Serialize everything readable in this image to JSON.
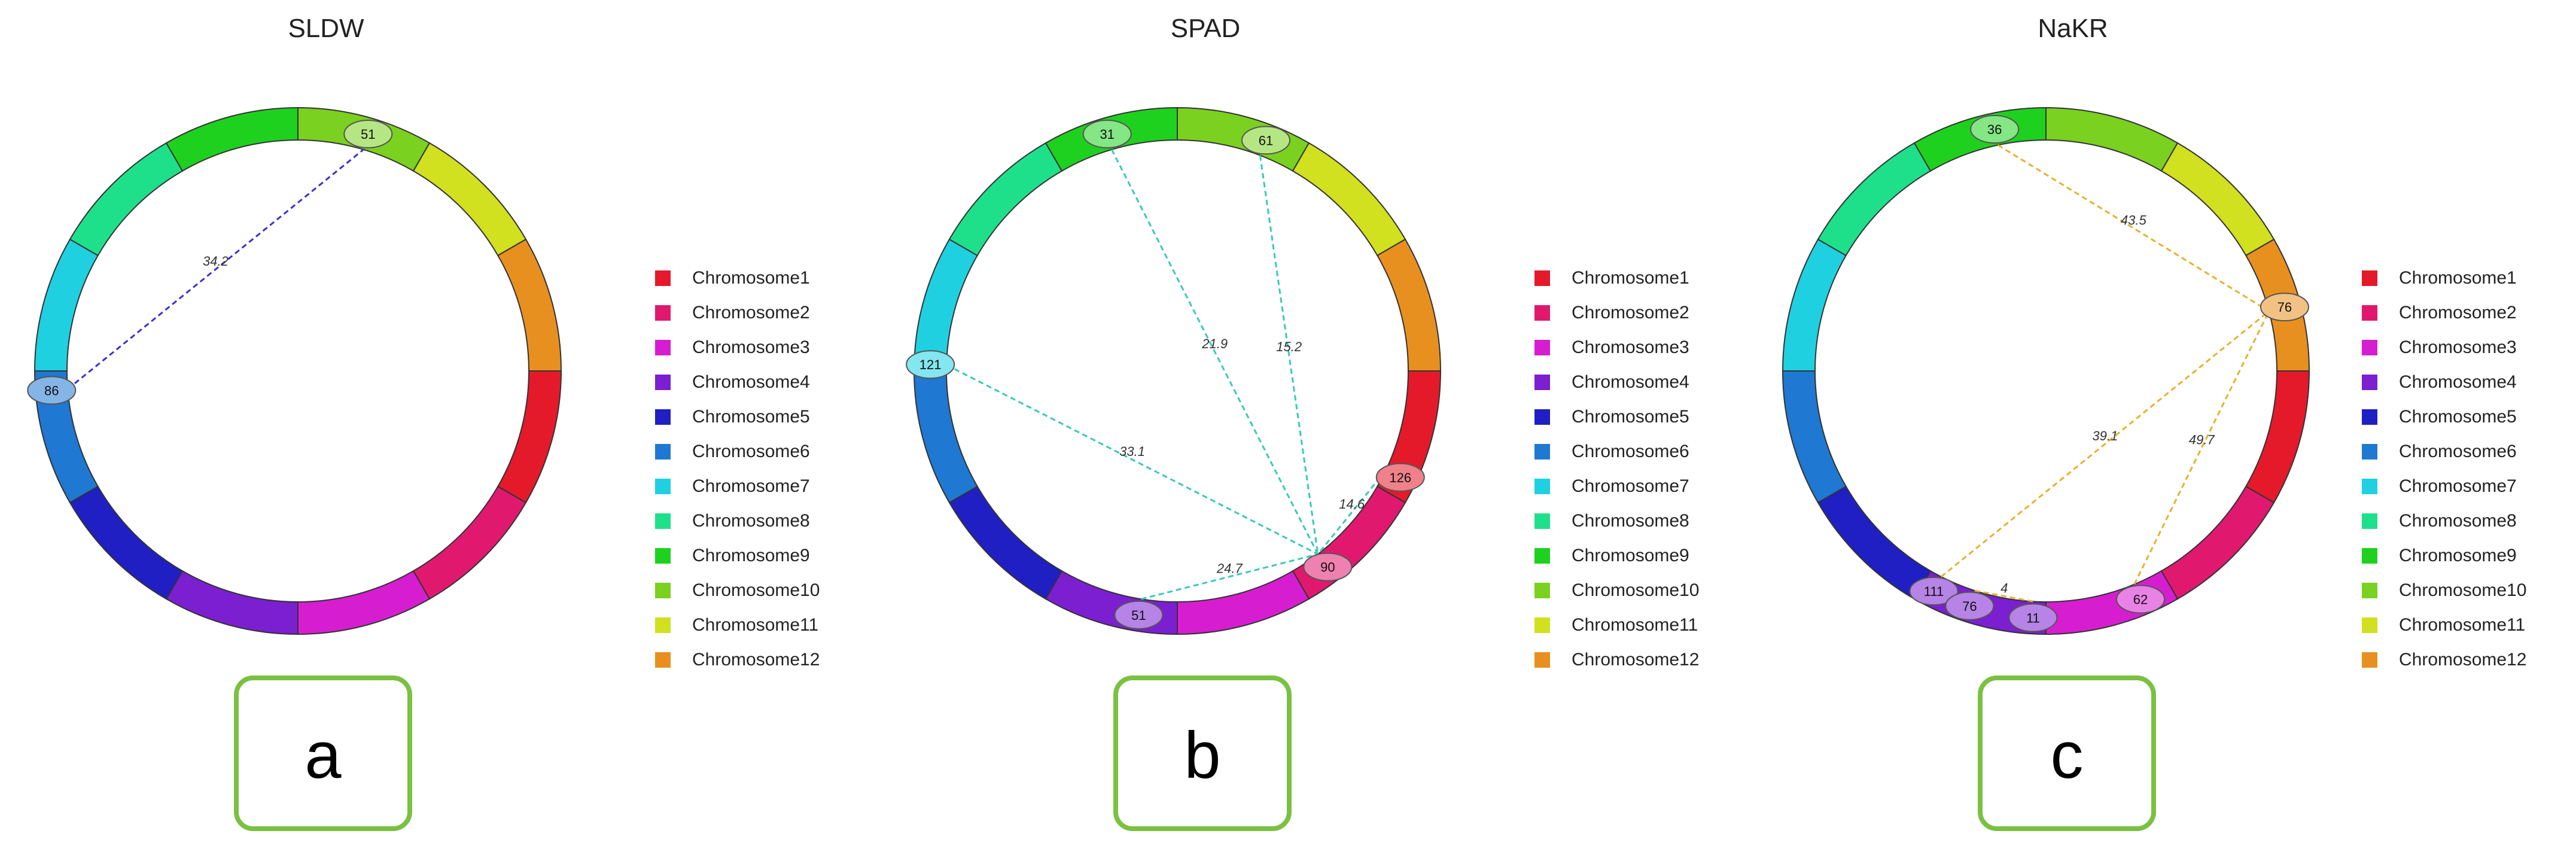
{
  "chromosomes": [
    {
      "name": "Chromosome1",
      "color": "#e41a2a"
    },
    {
      "name": "Chromosome2",
      "color": "#e0196f"
    },
    {
      "name": "Chromosome3",
      "color": "#d61ed0"
    },
    {
      "name": "Chromosome4",
      "color": "#7b1fd1"
    },
    {
      "name": "Chromosome5",
      "color": "#1f1fc4"
    },
    {
      "name": "Chromosome6",
      "color": "#1f78d1"
    },
    {
      "name": "Chromosome7",
      "color": "#1fd1e0"
    },
    {
      "name": "Chromosome8",
      "color": "#1fe08a"
    },
    {
      "name": "Chromosome9",
      "color": "#1fd11f"
    },
    {
      "name": "Chromosome10",
      "color": "#7ad11f"
    },
    {
      "name": "Chromosome11",
      "color": "#d1e01f"
    },
    {
      "name": "Chromosome12",
      "color": "#e8901f"
    }
  ],
  "panels": [
    {
      "title": "SLDW",
      "tag": "a",
      "link_color": "#3a2fd1",
      "nodes": [
        {
          "id": "n51",
          "label": "51",
          "chrom": 10,
          "pos": 0.55
        },
        {
          "id": "n86",
          "label": "86",
          "chrom": 6,
          "pos": 0.85
        }
      ],
      "links": [
        {
          "from": "n86",
          "to": "n51",
          "label": "34.2"
        }
      ]
    },
    {
      "title": "SPAD",
      "tag": "b",
      "link_color": "#3ac9b8",
      "nodes": [
        {
          "id": "n31",
          "label": "31",
          "chrom": 9,
          "pos": 0.45
        },
        {
          "id": "n61",
          "label": "61",
          "chrom": 10,
          "pos": 0.7
        },
        {
          "id": "n121",
          "label": "121",
          "chrom": 7,
          "pos": 0.05
        },
        {
          "id": "n126",
          "label": "126",
          "chrom": 1,
          "pos": 0.85
        },
        {
          "id": "n90",
          "label": "90",
          "chrom": 2,
          "pos": 0.75
        },
        {
          "id": "n51",
          "label": "51",
          "chrom": 4,
          "pos": 0.3
        }
      ],
      "links": [
        {
          "from": "n31",
          "to": "n90",
          "label": "21.9"
        },
        {
          "from": "n61",
          "to": "n90",
          "label": "15.2"
        },
        {
          "from": "n121",
          "to": "n90",
          "label": "33.1"
        },
        {
          "from": "n126",
          "to": "n90",
          "label": "14.6"
        },
        {
          "from": "n51",
          "to": "n90",
          "label": "24.7"
        }
      ]
    },
    {
      "title": "NaKR",
      "tag": "c",
      "link_color": "#e8b030",
      "nodes": [
        {
          "id": "n36",
          "label": "36",
          "chrom": 9,
          "pos": 0.6
        },
        {
          "id": "n76a",
          "label": "76",
          "chrom": 12,
          "pos": 0.5
        },
        {
          "id": "n111",
          "label": "111",
          "chrom": 4,
          "pos": 0.9
        },
        {
          "id": "n76b",
          "label": "76",
          "chrom": 4,
          "pos": 0.6
        },
        {
          "id": "n11",
          "label": "11",
          "chrom": 4,
          "pos": 0.1
        },
        {
          "id": "n62",
          "label": "62",
          "chrom": 3,
          "pos": 0.25
        }
      ],
      "links": [
        {
          "from": "n36",
          "to": "n76a",
          "label": "43.5"
        },
        {
          "from": "n111",
          "to": "n76a",
          "label": "39.1"
        },
        {
          "from": "n62",
          "to": "n76a",
          "label": "49.7"
        },
        {
          "from": "n76b",
          "to": "n11",
          "label": "4"
        }
      ]
    }
  ]
}
